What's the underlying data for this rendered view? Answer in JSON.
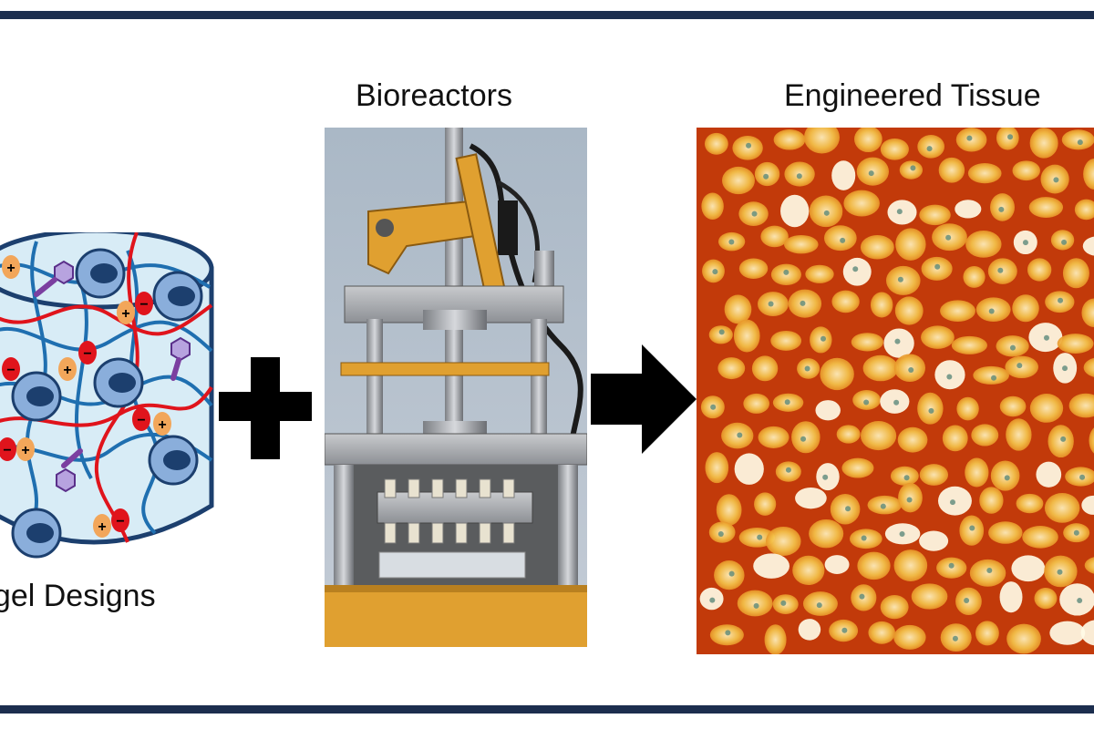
{
  "labels": {
    "hydrogel": "ogel Designs",
    "bioreactors": "Bioreactors",
    "tissue": "Engineered Tissue"
  },
  "icons": {
    "plus": "plus-icon",
    "arrow": "arrow-right-icon"
  },
  "colors": {
    "frame": "#1c2e4e",
    "gel_fill": "#d8ecf6",
    "blue_fiber": "#1f6fb0",
    "red_fiber": "#e0141c",
    "cell": "#8aaedb",
    "positive_charge": "#f2a65a",
    "negative_charge": "#e0141c",
    "ligand": "#7b3fa0",
    "apparatus_gold": "#e0a030",
    "tissue_red": "#c23a0a",
    "tissue_yellow": "#f4c34a"
  }
}
